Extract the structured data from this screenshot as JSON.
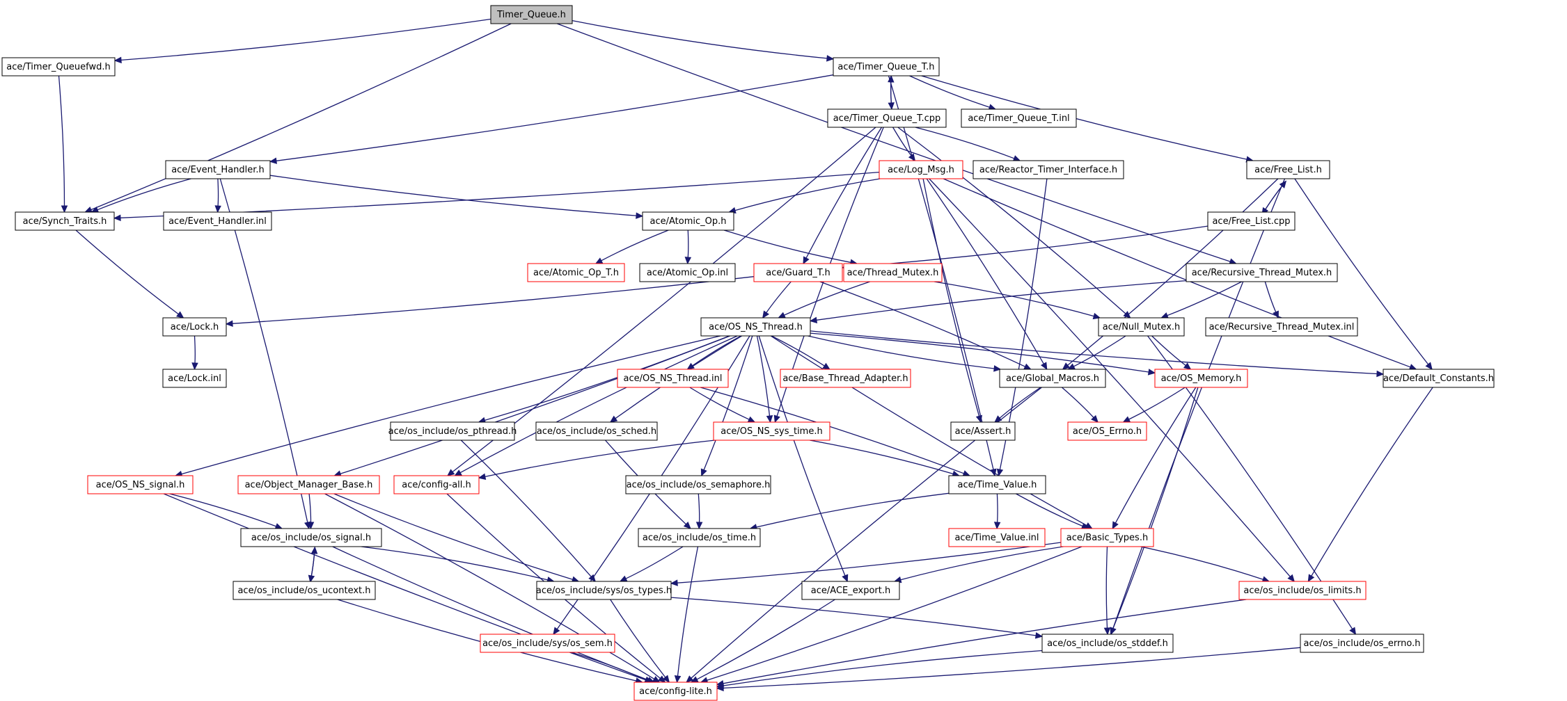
{
  "diagram": {
    "root_fill": "#bfbfbf",
    "normal_border": "#000000",
    "truncated_border": "#ff0000",
    "edge_color": "#191970",
    "nodes": [
      {
        "id": "n0",
        "label": "Timer_Queue.h",
        "status": "root"
      },
      {
        "id": "n1",
        "label": "ace/Timer_Queuefwd.h",
        "status": "normal"
      },
      {
        "id": "n2",
        "label": "ace/Timer_Queue_T.h",
        "status": "normal"
      },
      {
        "id": "n3",
        "label": "ace/Timer_Queue_T.cpp",
        "status": "normal"
      },
      {
        "id": "n4",
        "label": "ace/Timer_Queue_T.inl",
        "status": "normal"
      },
      {
        "id": "n5",
        "label": "ace/Event_Handler.h",
        "status": "normal"
      },
      {
        "id": "n6",
        "label": "ace/Synch_Traits.h",
        "status": "normal"
      },
      {
        "id": "n7",
        "label": "ace/Event_Handler.inl",
        "status": "normal"
      },
      {
        "id": "n8",
        "label": "ace/Log_Msg.h",
        "status": "truncated"
      },
      {
        "id": "n9",
        "label": "ace/Reactor_Timer_Interface.h",
        "status": "normal"
      },
      {
        "id": "n10",
        "label": "ace/Free_List.h",
        "status": "normal"
      },
      {
        "id": "n11",
        "label": "ace/Free_List.cpp",
        "status": "normal"
      },
      {
        "id": "n12",
        "label": "ace/Atomic_Op.h",
        "status": "normal"
      },
      {
        "id": "n13",
        "label": "ace/Atomic_Op_T.h",
        "status": "truncated"
      },
      {
        "id": "n14",
        "label": "ace/Atomic_Op.inl",
        "status": "normal"
      },
      {
        "id": "n15",
        "label": "ace/Guard_T.h",
        "status": "truncated"
      },
      {
        "id": "n16",
        "label": "ace/Thread_Mutex.h",
        "status": "truncated"
      },
      {
        "id": "n17",
        "label": "ace/Recursive_Thread_Mutex.h",
        "status": "normal"
      },
      {
        "id": "n18",
        "label": "ace/Lock.h",
        "status": "normal"
      },
      {
        "id": "n19",
        "label": "ace/OS_NS_Thread.h",
        "status": "normal"
      },
      {
        "id": "n20",
        "label": "ace/Null_Mutex.h",
        "status": "normal"
      },
      {
        "id": "n21",
        "label": "ace/Recursive_Thread_Mutex.inl",
        "status": "normal"
      },
      {
        "id": "n22",
        "label": "ace/Lock.inl",
        "status": "normal"
      },
      {
        "id": "n23",
        "label": "ace/OS_NS_Thread.inl",
        "status": "truncated"
      },
      {
        "id": "n24",
        "label": "ace/Base_Thread_Adapter.h",
        "status": "truncated"
      },
      {
        "id": "n25",
        "label": "ace/Global_Macros.h",
        "status": "normal"
      },
      {
        "id": "n26",
        "label": "ace/OS_Memory.h",
        "status": "truncated"
      },
      {
        "id": "n27",
        "label": "ace/Default_Constants.h",
        "status": "normal"
      },
      {
        "id": "n28",
        "label": "ace/os_include/os_pthread.h",
        "status": "normal"
      },
      {
        "id": "n29",
        "label": "ace/os_include/os_sched.h",
        "status": "normal"
      },
      {
        "id": "n30",
        "label": "ace/OS_NS_sys_time.h",
        "status": "truncated"
      },
      {
        "id": "n31",
        "label": "ace/Assert.h",
        "status": "normal"
      },
      {
        "id": "n32",
        "label": "ace/OS_Errno.h",
        "status": "truncated"
      },
      {
        "id": "n33",
        "label": "ace/OS_NS_signal.h",
        "status": "truncated"
      },
      {
        "id": "n34",
        "label": "ace/Object_Manager_Base.h",
        "status": "truncated"
      },
      {
        "id": "n35",
        "label": "ace/config-all.h",
        "status": "truncated"
      },
      {
        "id": "n36",
        "label": "ace/os_include/os_semaphore.h",
        "status": "normal"
      },
      {
        "id": "n37",
        "label": "ace/Time_Value.h",
        "status": "normal"
      },
      {
        "id": "n38",
        "label": "ace/os_include/os_signal.h",
        "status": "normal"
      },
      {
        "id": "n39",
        "label": "ace/os_include/os_time.h",
        "status": "normal"
      },
      {
        "id": "n40",
        "label": "ace/Time_Value.inl",
        "status": "truncated"
      },
      {
        "id": "n41",
        "label": "ace/Basic_Types.h",
        "status": "truncated"
      },
      {
        "id": "n42",
        "label": "ace/os_include/os_ucontext.h",
        "status": "normal"
      },
      {
        "id": "n43",
        "label": "ace/os_include/sys/os_types.h",
        "status": "normal"
      },
      {
        "id": "n44",
        "label": "ace/ACE_export.h",
        "status": "normal"
      },
      {
        "id": "n45",
        "label": "ace/os_include/os_limits.h",
        "status": "truncated"
      },
      {
        "id": "n46",
        "label": "ace/os_include/sys/os_sem.h",
        "status": "truncated"
      },
      {
        "id": "n47",
        "label": "ace/os_include/os_stddef.h",
        "status": "normal"
      },
      {
        "id": "n48",
        "label": "ace/os_include/os_errno.h",
        "status": "normal"
      },
      {
        "id": "n49",
        "label": "ace/config-lite.h",
        "status": "truncated"
      }
    ],
    "edges": [
      [
        "n0",
        "n1"
      ],
      [
        "n0",
        "n2"
      ],
      [
        "n0",
        "n6"
      ],
      [
        "n0",
        "n17"
      ],
      [
        "n1",
        "n6"
      ],
      [
        "n2",
        "n3"
      ],
      [
        "n3",
        "n2"
      ],
      [
        "n2",
        "n4"
      ],
      [
        "n2",
        "n5"
      ],
      [
        "n2",
        "n10"
      ],
      [
        "n2",
        "n37"
      ],
      [
        "n3",
        "n8"
      ],
      [
        "n3",
        "n9"
      ],
      [
        "n3",
        "n15"
      ],
      [
        "n3",
        "n20"
      ],
      [
        "n3",
        "n30"
      ],
      [
        "n3",
        "n35"
      ],
      [
        "n5",
        "n6"
      ],
      [
        "n5",
        "n7"
      ],
      [
        "n5",
        "n12"
      ],
      [
        "n5",
        "n38"
      ],
      [
        "n6",
        "n18"
      ],
      [
        "n8",
        "n6"
      ],
      [
        "n8",
        "n12"
      ],
      [
        "n8",
        "n25"
      ],
      [
        "n8",
        "n31"
      ],
      [
        "n8",
        "n45"
      ],
      [
        "n8",
        "n27"
      ],
      [
        "n9",
        "n37"
      ],
      [
        "n10",
        "n11"
      ],
      [
        "n11",
        "n10"
      ],
      [
        "n10",
        "n27"
      ],
      [
        "n10",
        "n25"
      ],
      [
        "n10",
        "n47"
      ],
      [
        "n11",
        "n15"
      ],
      [
        "n12",
        "n13"
      ],
      [
        "n12",
        "n14"
      ],
      [
        "n12",
        "n16"
      ],
      [
        "n15",
        "n18"
      ],
      [
        "n15",
        "n19"
      ],
      [
        "n15",
        "n25"
      ],
      [
        "n16",
        "n19"
      ],
      [
        "n16",
        "n20"
      ],
      [
        "n17",
        "n19"
      ],
      [
        "n17",
        "n20"
      ],
      [
        "n17",
        "n21"
      ],
      [
        "n18",
        "n22"
      ],
      [
        "n19",
        "n23"
      ],
      [
        "n19",
        "n24"
      ],
      [
        "n19",
        "n25"
      ],
      [
        "n19",
        "n26"
      ],
      [
        "n19",
        "n27"
      ],
      [
        "n19",
        "n28"
      ],
      [
        "n19",
        "n29"
      ],
      [
        "n19",
        "n30"
      ],
      [
        "n19",
        "n33"
      ],
      [
        "n19",
        "n34"
      ],
      [
        "n19",
        "n35"
      ],
      [
        "n19",
        "n36"
      ],
      [
        "n19",
        "n44"
      ],
      [
        "n19",
        "n46"
      ],
      [
        "n19",
        "n41"
      ],
      [
        "n20",
        "n25"
      ],
      [
        "n20",
        "n26"
      ],
      [
        "n20",
        "n48"
      ],
      [
        "n23",
        "n30"
      ],
      [
        "n23",
        "n37"
      ],
      [
        "n25",
        "n31"
      ],
      [
        "n25",
        "n32"
      ],
      [
        "n25",
        "n49"
      ],
      [
        "n26",
        "n32"
      ],
      [
        "n26",
        "n41"
      ],
      [
        "n26",
        "n47"
      ],
      [
        "n27",
        "n45"
      ],
      [
        "n28",
        "n43"
      ],
      [
        "n29",
        "n39"
      ],
      [
        "n30",
        "n37"
      ],
      [
        "n30",
        "n35"
      ],
      [
        "n33",
        "n38"
      ],
      [
        "n33",
        "n49"
      ],
      [
        "n34",
        "n38"
      ],
      [
        "n34",
        "n43"
      ],
      [
        "n34",
        "n49"
      ],
      [
        "n35",
        "n49"
      ],
      [
        "n36",
        "n39"
      ],
      [
        "n37",
        "n39"
      ],
      [
        "n37",
        "n40"
      ],
      [
        "n37",
        "n41"
      ],
      [
        "n38",
        "n42"
      ],
      [
        "n42",
        "n38"
      ],
      [
        "n38",
        "n43"
      ],
      [
        "n38",
        "n49"
      ],
      [
        "n39",
        "n43"
      ],
      [
        "n39",
        "n49"
      ],
      [
        "n41",
        "n43"
      ],
      [
        "n41",
        "n44"
      ],
      [
        "n41",
        "n45"
      ],
      [
        "n41",
        "n47"
      ],
      [
        "n41",
        "n49"
      ],
      [
        "n42",
        "n49"
      ],
      [
        "n43",
        "n47"
      ],
      [
        "n43",
        "n49"
      ],
      [
        "n44",
        "n49"
      ],
      [
        "n45",
        "n49"
      ],
      [
        "n46",
        "n49"
      ],
      [
        "n47",
        "n49"
      ],
      [
        "n48",
        "n49"
      ]
    ]
  }
}
